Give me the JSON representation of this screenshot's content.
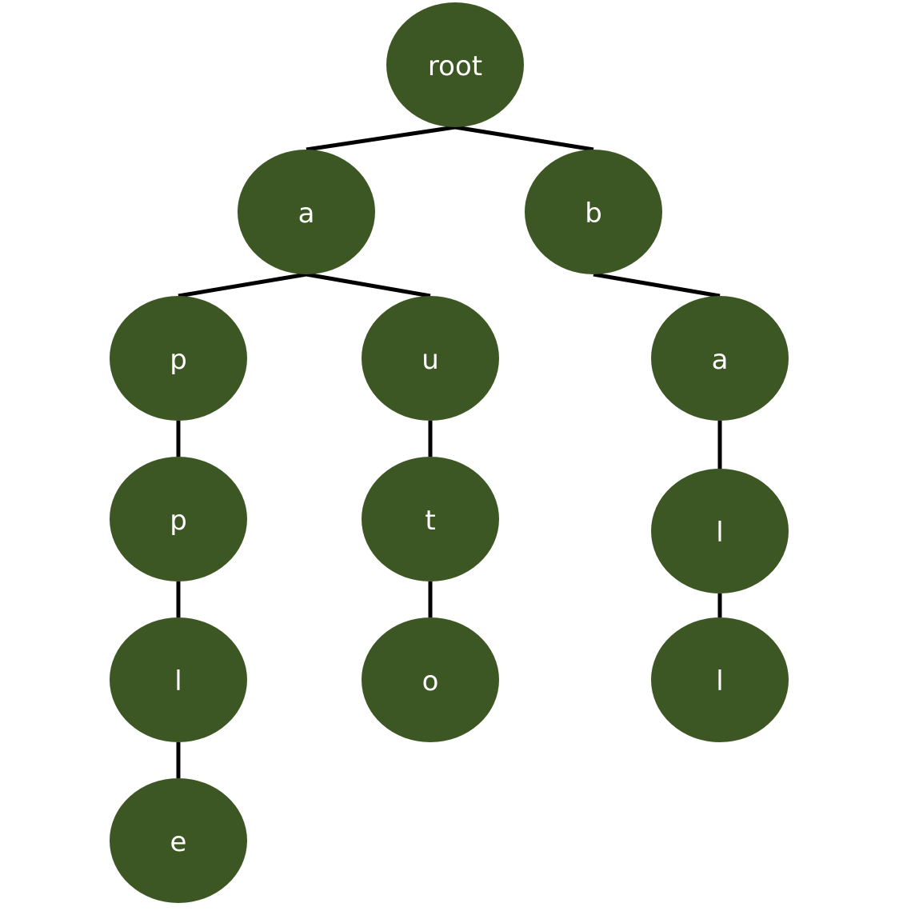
{
  "colors": {
    "node_fill": "#3c5723",
    "edge": "#000000",
    "label": "#ffffff",
    "background": "#ffffff"
  },
  "nodes": [
    {
      "id": "root",
      "label": "root"
    },
    {
      "id": "a",
      "label": "a"
    },
    {
      "id": "b",
      "label": "b"
    },
    {
      "id": "ap",
      "label": "p"
    },
    {
      "id": "au",
      "label": "u"
    },
    {
      "id": "ba",
      "label": "a"
    },
    {
      "id": "app",
      "label": "p"
    },
    {
      "id": "aut",
      "label": "t"
    },
    {
      "id": "bal",
      "label": "l"
    },
    {
      "id": "appl",
      "label": "l"
    },
    {
      "id": "auto",
      "label": "o"
    },
    {
      "id": "ball",
      "label": "l"
    },
    {
      "id": "apple",
      "label": "e"
    }
  ],
  "edges": [
    {
      "from": "root",
      "to": "a"
    },
    {
      "from": "root",
      "to": "b"
    },
    {
      "from": "a",
      "to": "ap"
    },
    {
      "from": "a",
      "to": "au"
    },
    {
      "from": "b",
      "to": "ba"
    },
    {
      "from": "ap",
      "to": "app"
    },
    {
      "from": "app",
      "to": "appl"
    },
    {
      "from": "appl",
      "to": "apple"
    },
    {
      "from": "au",
      "to": "aut"
    },
    {
      "from": "aut",
      "to": "auto"
    },
    {
      "from": "ba",
      "to": "bal"
    },
    {
      "from": "bal",
      "to": "ball"
    }
  ]
}
